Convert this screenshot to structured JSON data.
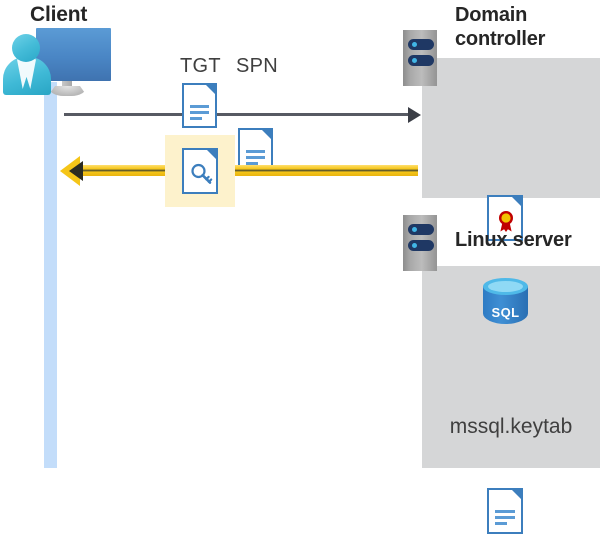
{
  "diagram": {
    "title_client": "Client",
    "title_domain_controller": "Domain\ncontroller",
    "title_linux_server": "Linux server",
    "labels": {
      "tgt": "TGT",
      "spn": "SPN",
      "keytab_file": "mssql.keytab",
      "sql_badge": "SQL"
    },
    "icons": {
      "client": "user-workstation-icon",
      "lifeline": "client-lifeline",
      "dc_server": "server-icon",
      "linux_server": "server-icon",
      "tgt_doc": "document-icon",
      "spn_doc": "document-icon",
      "key_doc": "key-document-icon",
      "certificate": "certificate-document-icon",
      "database": "sql-database-icon",
      "keytab_doc": "document-icon",
      "request_arrow": "arrow-right-icon",
      "reply_arrow": "arrow-left-icon"
    },
    "colors": {
      "panel_gray": "#d5d6d7",
      "server_gray": "#a9a9a9",
      "server_bar_navy": "#1f3864",
      "server_led_blue": "#41b6e6",
      "doc_border_blue": "#3c7ebd",
      "doc_line_blue": "#5b9bd5",
      "monitor_blue": "#4a86c5",
      "person_cyan": "#3fb9d6",
      "lifeline_blue": "#c3ddfa",
      "highlight_yellow": "#fdf2cc",
      "arrow_gold": "#f5c518",
      "arrow_dark": "#3b3e46",
      "sql_blue": "#2e7bc4",
      "sql_top_blue": "#4fb9e8",
      "cert_seal_gold": "#f2c200",
      "cert_ribbon_red": "#c00000",
      "text_dark": "#262626",
      "text_gray": "#3f3f3f"
    }
  }
}
